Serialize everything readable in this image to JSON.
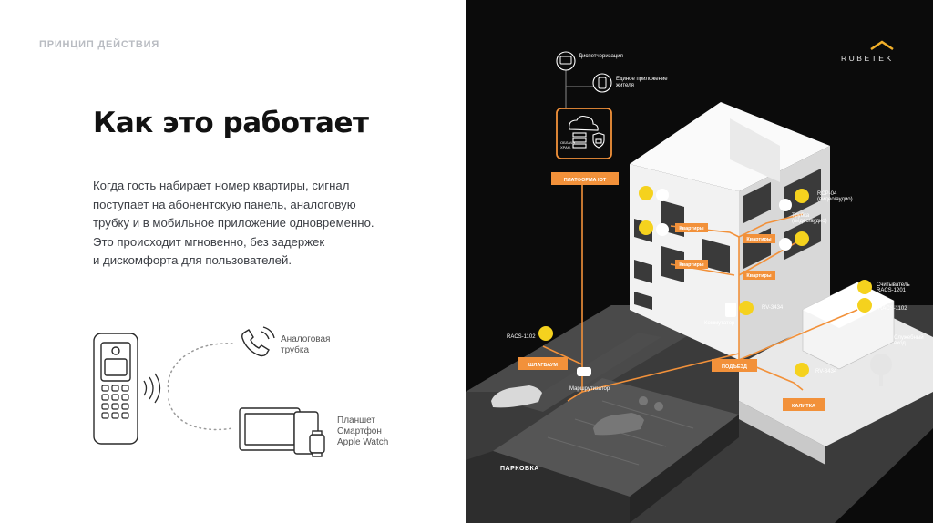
{
  "section_label": "ПРИНЦИП ДЕЙСТВИЯ",
  "title": "Как это работает",
  "description_lines": [
    "Когда гость набирает номер квартиры, сигнал",
    "поступает на абонентскую панель, аналоговую",
    "трубку и в мобильное приложение одновременно.",
    "Это происходит мгновенно, без задержек",
    "и дискомфорта для пользователей."
  ],
  "devices": {
    "analog_lines": [
      "Аналоговая",
      "трубка"
    ],
    "mobile_lines": [
      "Планшет",
      "Смартфон",
      "Apple Watch"
    ]
  },
  "brand": "RUBETEK",
  "diagram": {
    "dispatch": "Диспетчеризация",
    "app_lines": [
      "Единое приложение",
      "жителя"
    ],
    "platform": "ПЛАТФОРМА IOT",
    "cloud_lines": [
      "ОБЛАЧН.",
      "ХРАН."
    ],
    "barrier": "ШЛАГБАУМ",
    "entrance": "ПОДЪЕЗД",
    "gate": "КАЛИТКА",
    "parking": "ПАРКОВКА",
    "apartments": "Квартиры",
    "router": "Маршрутизатор",
    "switch": "Коммутатор",
    "racs_1102_left": "RACS-1102",
    "racs_1102_right": "RACS-1102",
    "rv_3434_entrance": "RV-3434",
    "rv_3434_gate": "RV-3434",
    "rcp_lines": [
      "RCP-04",
      "(видео/аудио)"
    ],
    "handset_lines": [
      "Трубка",
      "(видео/аудио)"
    ],
    "reader_lines": [
      "Считыватель",
      "RACS-1201"
    ],
    "service_lines": [
      "Служебный",
      "вход"
    ]
  },
  "colors": {
    "accent": "#f2913a",
    "yellow": "#f5d21e",
    "dark_bg": "#0b0b0b"
  }
}
